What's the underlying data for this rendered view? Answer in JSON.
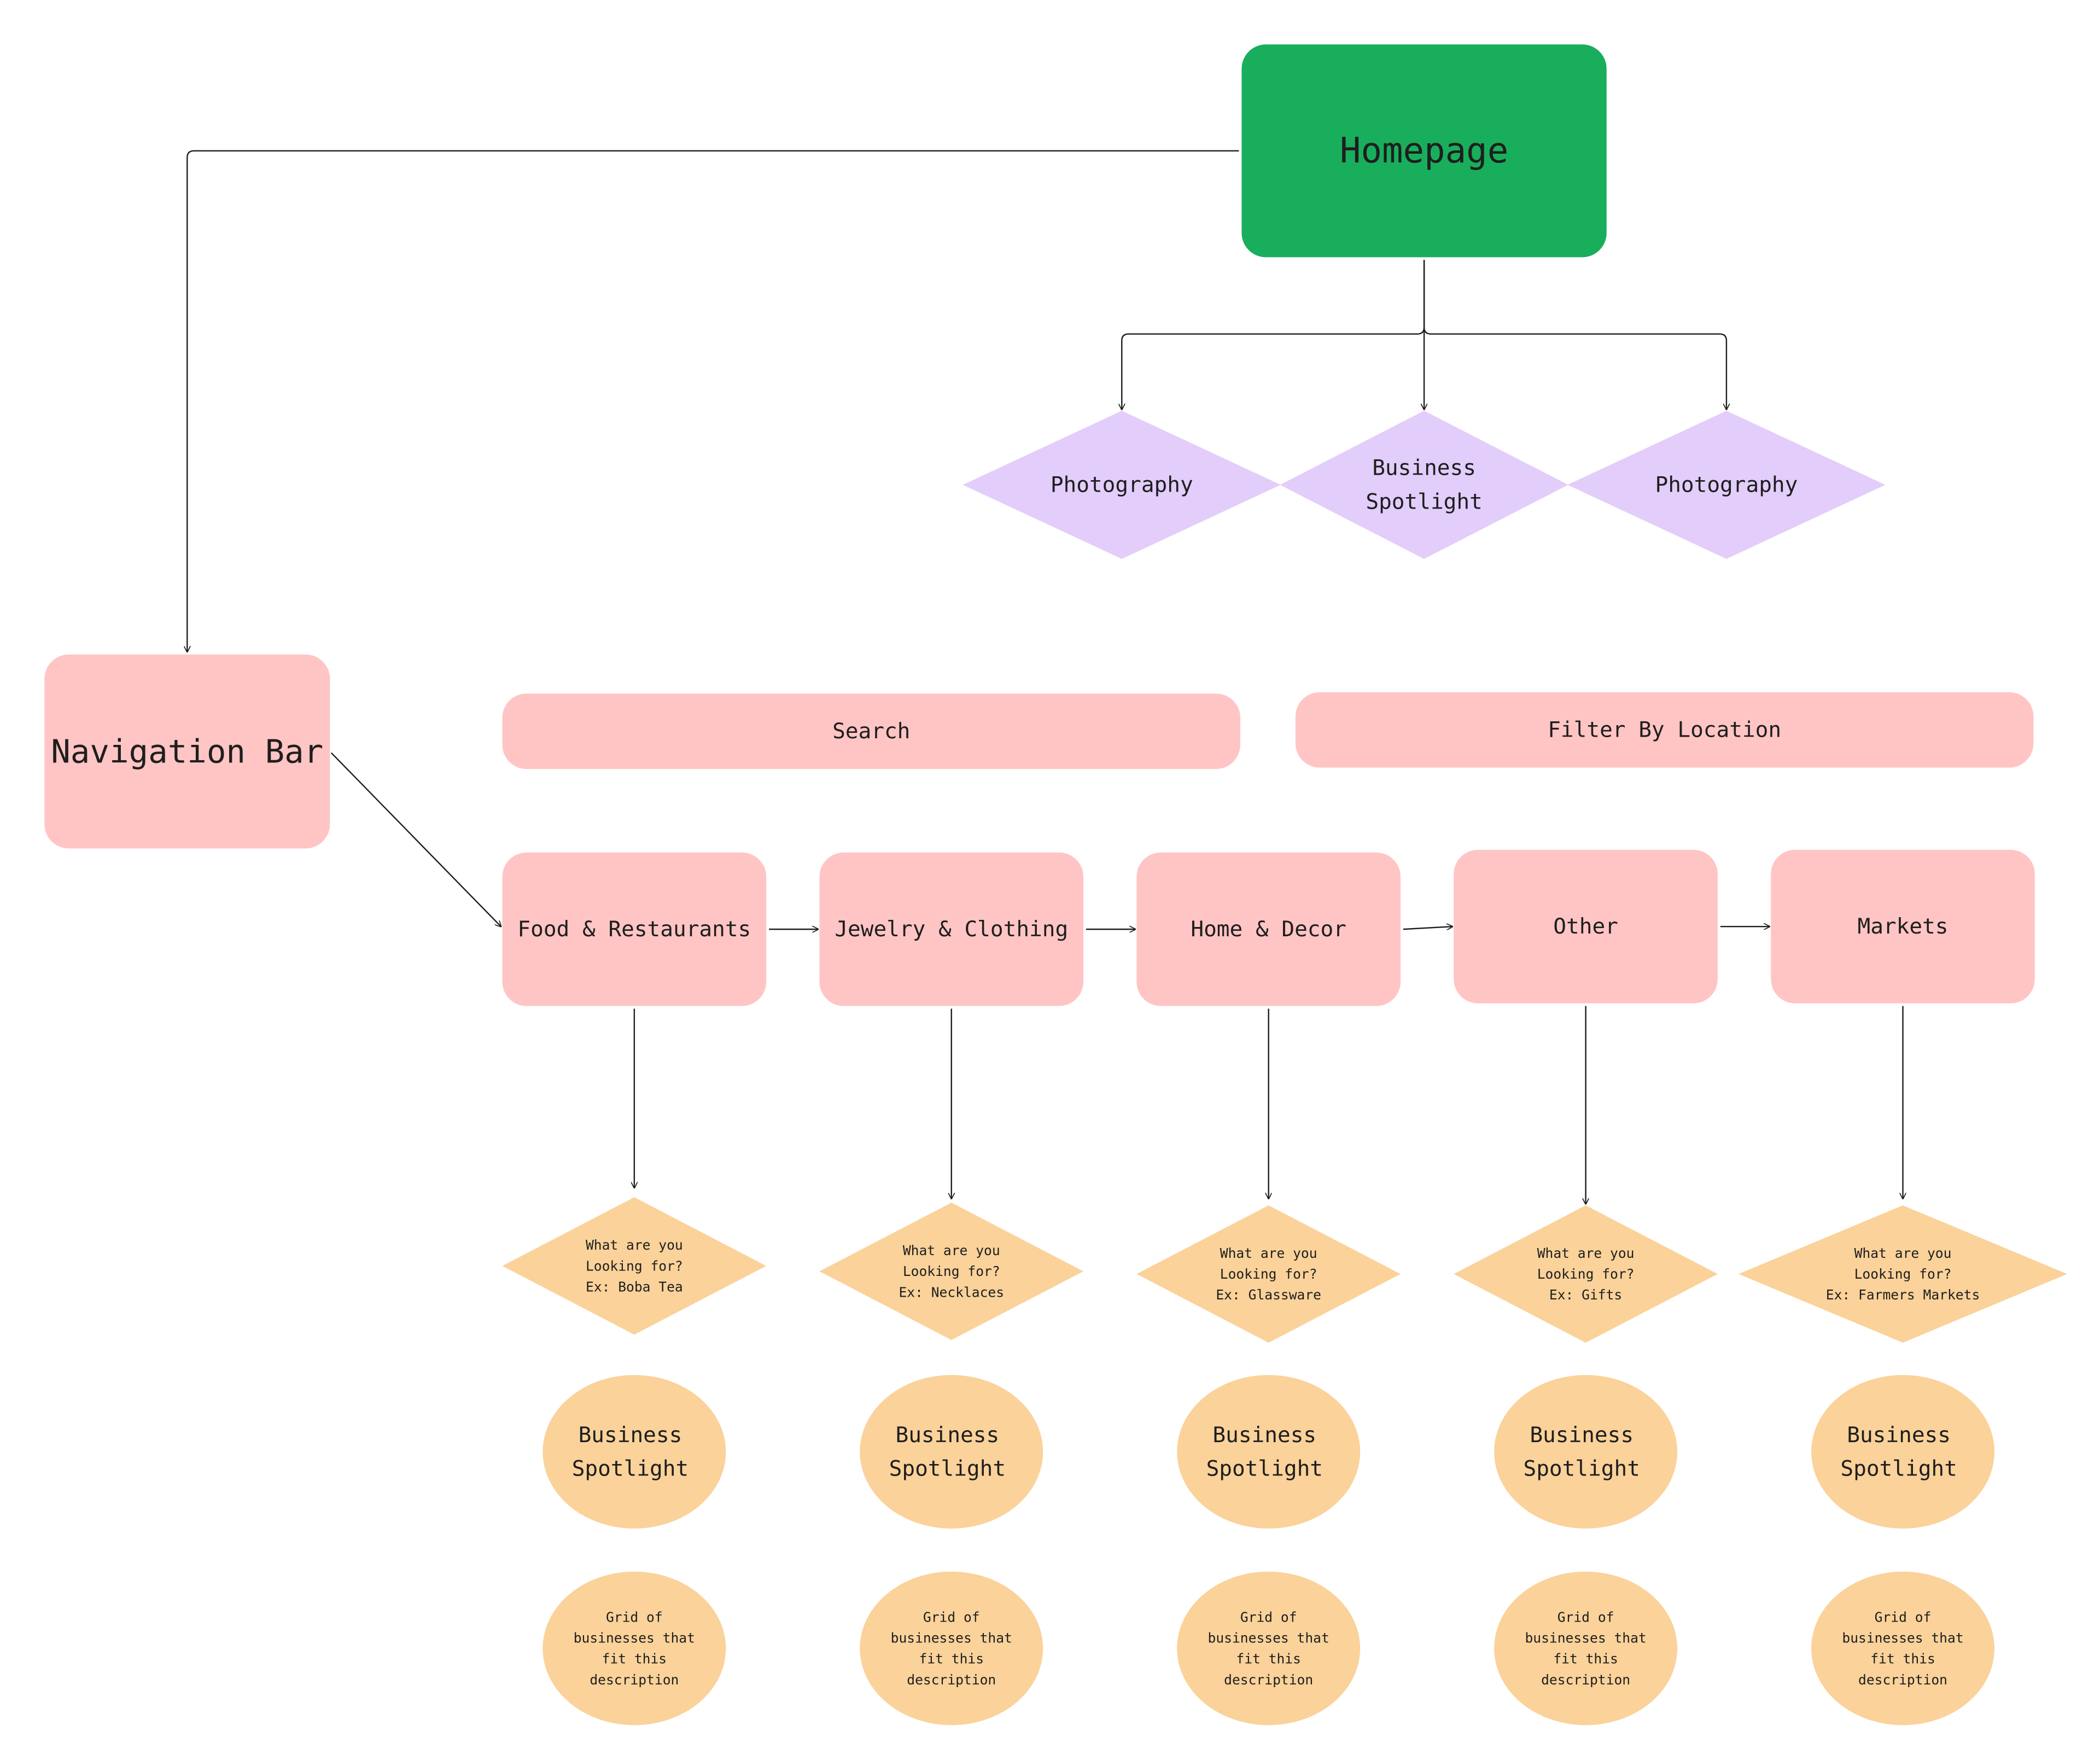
{
  "colors": {
    "homepage": "#19ae5c",
    "pink": "#ffc5c4",
    "purple": "#e2cdfb",
    "orange": "#fad29a",
    "line": "#1e1e1e",
    "homepage_text": "#ffffff"
  },
  "homepage": {
    "label": "Homepage"
  },
  "homepage_features": [
    {
      "lines": [
        "Photography"
      ]
    },
    {
      "lines": [
        "Business",
        "Spotlight"
      ]
    },
    {
      "lines": [
        "Photography"
      ]
    }
  ],
  "navigation": {
    "label": "Navigation Bar"
  },
  "search": {
    "label": "Search"
  },
  "filter": {
    "label": "Filter By Location"
  },
  "categories": [
    {
      "label": "Food & Restaurants",
      "prompt": [
        "What are you",
        "Looking for?",
        "Ex: Boba Tea"
      ],
      "spotlight": [
        "Business",
        "Spotlight"
      ],
      "grid": [
        "Grid of",
        "businesses that",
        "fit this",
        "description"
      ]
    },
    {
      "label": "Jewelry & Clothing",
      "prompt": [
        "What are you",
        "Looking for?",
        "Ex: Necklaces"
      ],
      "spotlight": [
        "Business",
        "Spotlight"
      ],
      "grid": [
        "Grid of",
        "businesses that",
        "fit this",
        "description"
      ]
    },
    {
      "label": "Home & Decor",
      "prompt": [
        "What are you",
        "Looking for?",
        "Ex: Glassware"
      ],
      "spotlight": [
        "Business",
        "Spotlight"
      ],
      "grid": [
        "Grid of",
        "businesses that",
        "fit this",
        "description"
      ]
    },
    {
      "label": "Other",
      "prompt": [
        "What are you",
        "Looking for?",
        "Ex: Gifts"
      ],
      "spotlight": [
        "Business",
        "Spotlight"
      ],
      "grid": [
        "Grid of",
        "businesses that",
        "fit this",
        "description"
      ]
    },
    {
      "label": "Markets",
      "prompt": [
        "What are you",
        "Looking for?",
        "Ex: Farmers Markets"
      ],
      "spotlight": [
        "Business",
        "Spotlight"
      ],
      "grid": [
        "Grid of",
        "businesses that",
        "fit this",
        "description"
      ]
    }
  ]
}
